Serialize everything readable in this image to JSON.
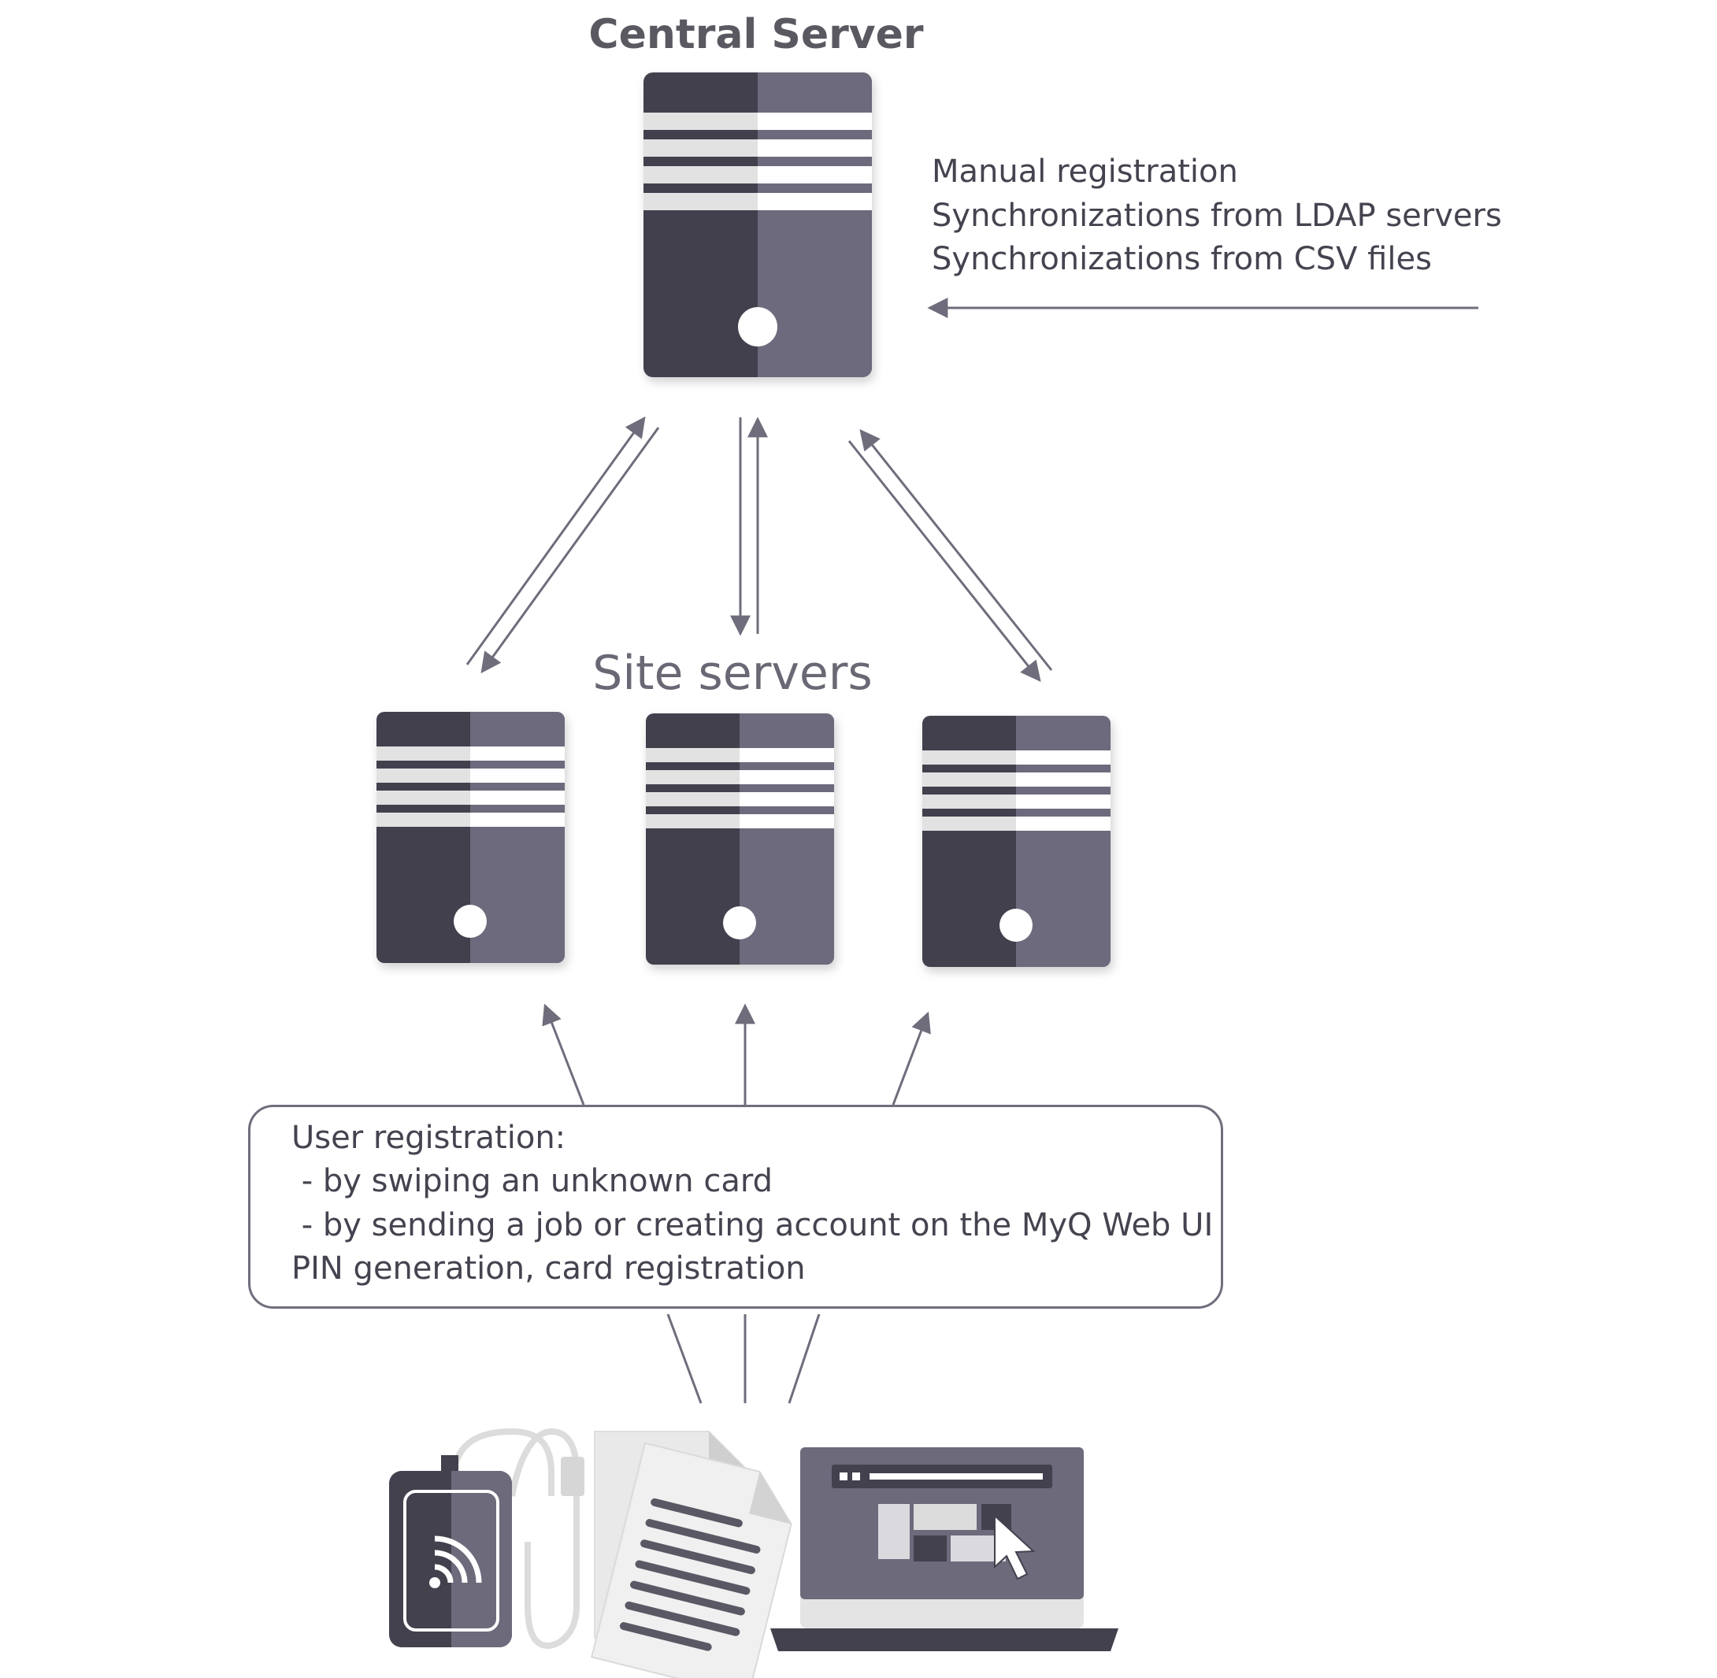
{
  "central_server": {
    "title": "Central Server"
  },
  "registration_sources": [
    "Manual registration",
    "Synchronizations from LDAP servers",
    "Synchronizations from CSV files"
  ],
  "site_servers": {
    "title": "Site servers",
    "count": 3
  },
  "user_box": {
    "lines": [
      "User registration:",
      " - by swiping an unknown card",
      " - by sending a job or creating account on the MyQ Web UI",
      "PIN generation, card registration"
    ]
  },
  "devices": [
    "card-reader-icon",
    "documents-icon",
    "laptop-web-ui-icon"
  ],
  "colors": {
    "server_dark": "#43414e",
    "server_light": "#6c6a7b",
    "stripe": "#e2e2e3",
    "arrow": "#6f6d7b",
    "text": "#45434f"
  }
}
